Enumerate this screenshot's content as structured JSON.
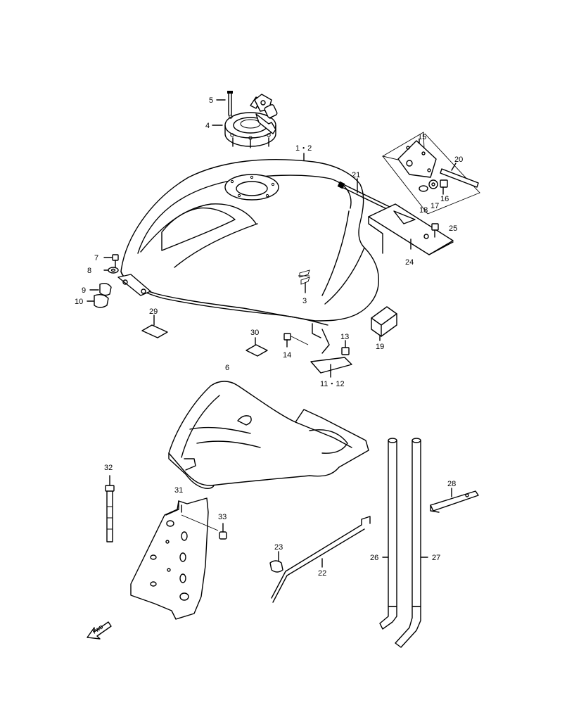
{
  "labels": {
    "l1_2": "1・2",
    "l3": "3",
    "l4": "4",
    "l5": "5",
    "l6": "6",
    "l7": "7",
    "l8": "8",
    "l9": "9",
    "l10": "10",
    "l11_12": "11・12",
    "l13": "13",
    "l14": "14",
    "l15": "15",
    "l16": "16",
    "l17": "17",
    "l18": "18",
    "l19": "19",
    "l20": "20",
    "l21": "21",
    "l22": "22",
    "l23": "23",
    "l24": "24",
    "l25": "25",
    "l26": "26",
    "l27": "27",
    "l28": "28",
    "l29": "29",
    "l30": "30",
    "l31": "31",
    "l32": "32",
    "l33": "33"
  },
  "fwd_label": "FWD"
}
